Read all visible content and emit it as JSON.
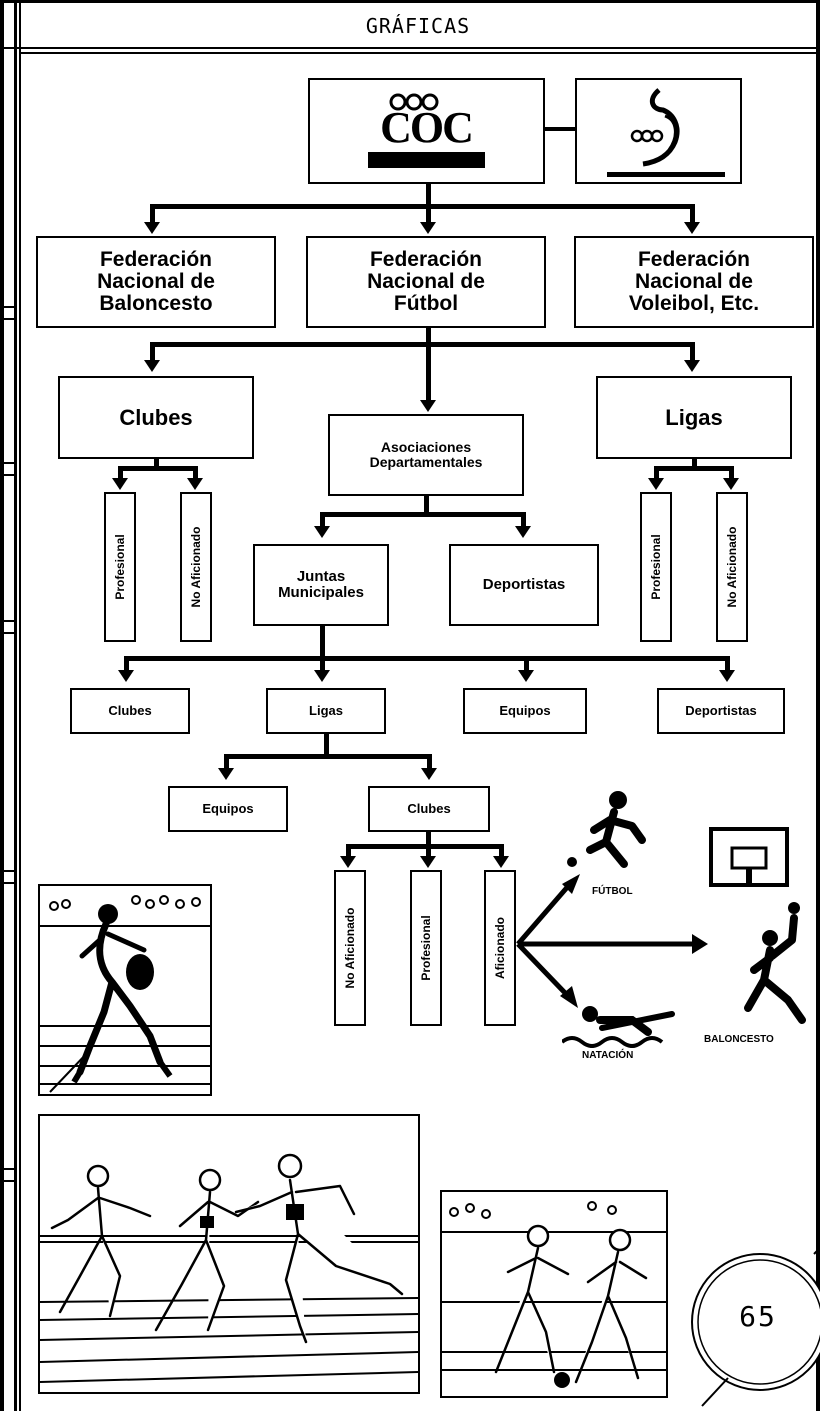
{
  "header": {
    "title": "GRÁFICAS"
  },
  "nodes": {
    "fed_baloncesto": "Federación\nNacional de\nBaloncesto",
    "fed_futbol": "Federación\nNacional de\nFútbol",
    "fed_voleibol": "Federación\nNacional de\nVoleibol, Etc.",
    "clubes": "Clubes",
    "ligas": "Ligas",
    "asociaciones": "Asociaciones\nDepartamentales",
    "juntas": "Juntas\nMunicipales",
    "deportistas": "Deportistas",
    "clubes_l1_prof": "Profesional",
    "clubes_l1_noaf": "No Aficionado",
    "ligas_l1_prof": "Profesional",
    "ligas_l1_noaf": "No Aficionado",
    "clubes2": "Clubes",
    "ligas2": "Ligas",
    "equipos2": "Equipos",
    "deportistas2": "Deportistas",
    "equipos3": "Equipos",
    "clubes3": "Clubes",
    "no_aficionado3": "No Aficionado",
    "profesional3": "Profesional",
    "aficionado3": "Aficionado"
  },
  "sports": {
    "futbol": "FÚTBOL",
    "natacion": "NATACIÓN",
    "baloncesto": "BALONCESTO"
  },
  "page_number": "65"
}
